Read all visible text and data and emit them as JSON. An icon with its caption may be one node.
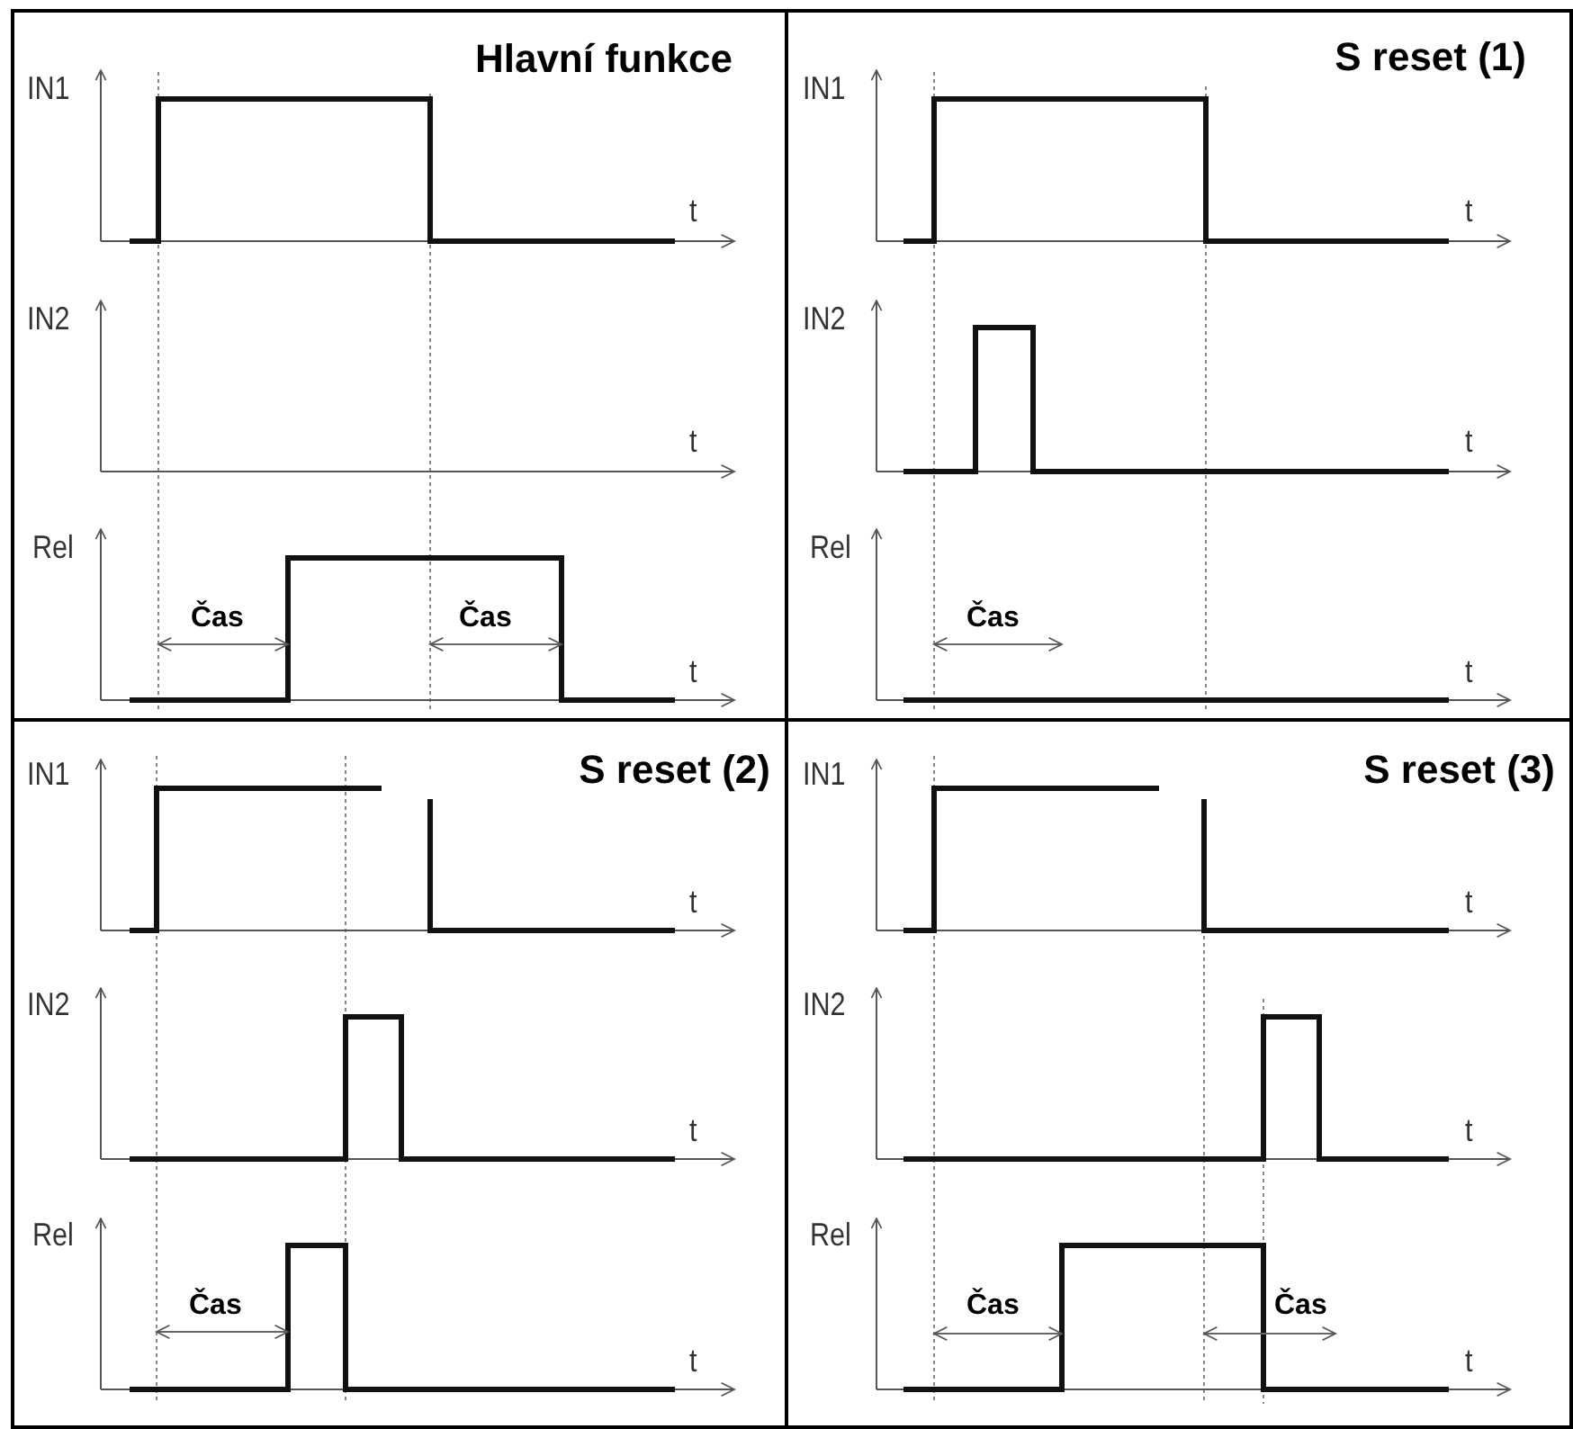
{
  "diagram": {
    "nodes": [
      {
        "text": [
          "Hlavní funkce",
          "IN1",
          "t",
          "IN2",
          "t",
          "Rel",
          "Čas",
          "Čas",
          "t"
        ]
      },
      {
        "text": [
          "S reset (1)",
          "IN1",
          "t",
          "IN2",
          "t",
          "Rel",
          "Čas",
          "t"
        ]
      },
      {
        "text": [
          "S reset (2)",
          "IN1",
          "t",
          "IN2",
          "t",
          "Rel",
          "Čas",
          "t"
        ]
      },
      {
        "text": [
          "S reset (3)",
          "IN1",
          "t",
          "IN2",
          "t",
          "Rel",
          "Čas",
          "Čas",
          "t"
        ]
      }
    ]
  }
}
